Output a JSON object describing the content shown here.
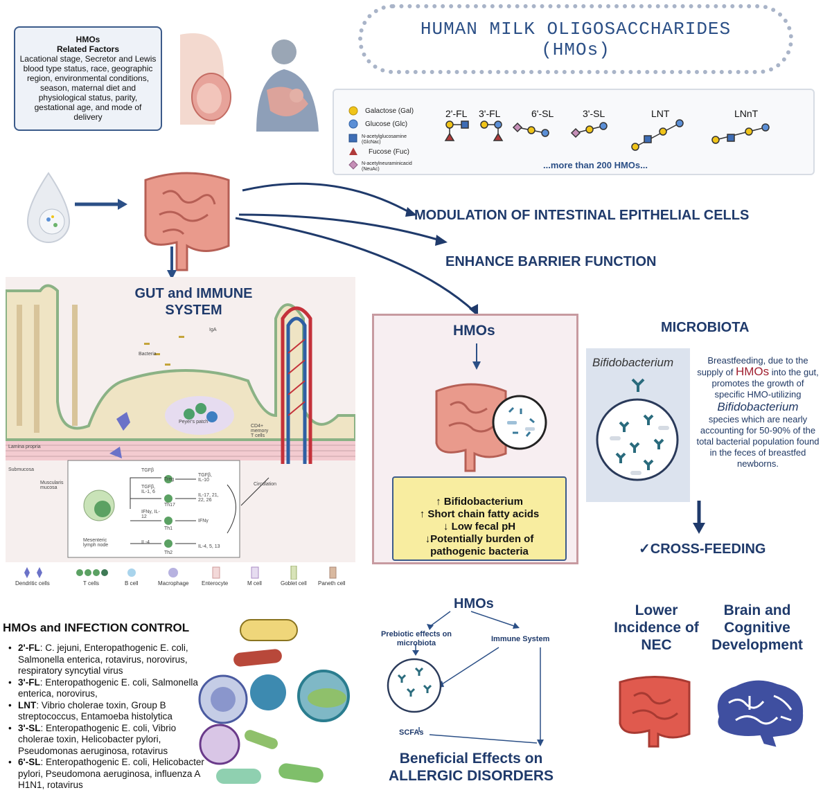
{
  "factors": {
    "title": "HMOs",
    "subtitle": "Related Factors",
    "body": "Lacational stage, Secretor and Lewis blood type status, race, geographic region, environmental conditions, season, maternal diet and physiological status, parity, gestational age, and mode of delivery"
  },
  "main_title": {
    "line1": "HUMAN MILK OLIGOSACCHARIDES",
    "line2": "(HMOs)"
  },
  "legend": {
    "galactose": "Galactose (Gal)",
    "glucose": "Glucose (Glc)",
    "glcnac": "N-acetylglucosamine (GlcNac)",
    "fucose": "Fucose (Fuc)",
    "neuac": "N-acetylneuraminicacid (NeuAc)"
  },
  "structures": [
    "2'-FL",
    "3'-FL",
    "6'-SL",
    "3'-SL",
    "LNT",
    "LNnT"
  ],
  "more_text": "...more than 200 HMOs...",
  "effects": {
    "modulation": "MODULATION OF INTESTINAL EPITHELIAL CELLS",
    "barrier": "ENHANCE BARRIER FUNCTION",
    "gut_immune_1": "GUT and IMMUNE",
    "gut_immune_2": "SYSTEM"
  },
  "gut_labels": {
    "bacteria": "Bacteria",
    "iga": "IgA",
    "peyers": "Peyer's patch",
    "cd4": "CD4+ memory T cells",
    "lamina": "Lamina propria",
    "submucosa": "Submucosa",
    "muscularis": "Muscularis mucosa",
    "circulation": "Circulation",
    "mesenteric": "Mesenteric lymph node",
    "tgfb": "TGFβ",
    "tgfb_il16": "TGFβ, IL-1, 6",
    "ifny_il12": "IFNγ, IL-12",
    "il4": "IL-4",
    "treg": "Treg",
    "th17": "Th17",
    "th1": "Th1",
    "th2": "Th2",
    "out_treg": "TGFβ, IL-10",
    "out_th17": "IL-17, 21, 22, 26",
    "out_th1": "IFNγ",
    "out_th2": "IL-4, 5, 13"
  },
  "cell_legend": [
    "Dendritic cells",
    "T cells",
    "B cell",
    "Macrophage",
    "Enterocyte",
    "M cell",
    "Goblet cell",
    "Paneth cell"
  ],
  "hmos_box": {
    "title": "HMOs",
    "l1": "↑ Bifidobacterium",
    "l2": "↑ Short chain fatty acids",
    "l3": "↓ Low fecal pH",
    "l4": "↓Potentially burden of",
    "l5": "pathogenic bacteria"
  },
  "microbiota": {
    "title": "MICROBIOTA",
    "bif": "Bifidobacterium",
    "text_a": "Breastfeeding, due to the supply of",
    "text_hmos": "HMOs",
    "text_b": "into the gut, promotes the growth of specific HMO-utilizing",
    "text_bif": "Bifidobacterium",
    "text_c": "species which are nearly accounting for 50-90% of the total bacterial population found in the feces of breastfed newborns.",
    "cross": "✓CROSS-FEEDING"
  },
  "infection": {
    "title": "HMOs and INFECTION CONTROL",
    "items": [
      {
        "k": "2'-FL",
        "v": ": C. jejuni, Enteropathogenic E. coli, Salmonella enterica, rotavirus, norovirus, respiratory syncytial virus"
      },
      {
        "k": "3'-FL",
        "v": ": Enteropathogenic E. coli, Salmonella enterica, norovirus,"
      },
      {
        "k": "LNT",
        "v": ": Vibrio cholerae toxin, Group B streptococcus, Entamoeba histolytica"
      },
      {
        "k": "3'-SL",
        "v": ": Enteropathogenic E. coli, Vibrio cholerae toxin, Helicobacter pylori, Pseudomonas aeruginosa, rotavirus"
      },
      {
        "k": "6'-SL",
        "v": ": Enteropathogenic E. coli, Helicobacter pylori, Pseudomona aeruginosa, influenza A H1N1, rotavirus"
      }
    ]
  },
  "allergy": {
    "hmos": "HMOs",
    "prebiotic": "Prebiotic effects on microbiota",
    "immune": "Immune System",
    "scfas": "SCFAs",
    "l1": "Beneficial Effects on",
    "l2": "ALLERGIC DISORDERS"
  },
  "outcomes": {
    "nec_1": "Lower",
    "nec_2": "Incidence of",
    "nec_3": "NEC",
    "brain_1": "Brain and",
    "brain_2": "Cognitive",
    "brain_3": "Development"
  },
  "colors": {
    "navy": "#1f3a6b",
    "gold": "#f0c419",
    "blue": "#5b8fd6",
    "red": "#b03a3a",
    "pink": "#e9a0a8"
  }
}
